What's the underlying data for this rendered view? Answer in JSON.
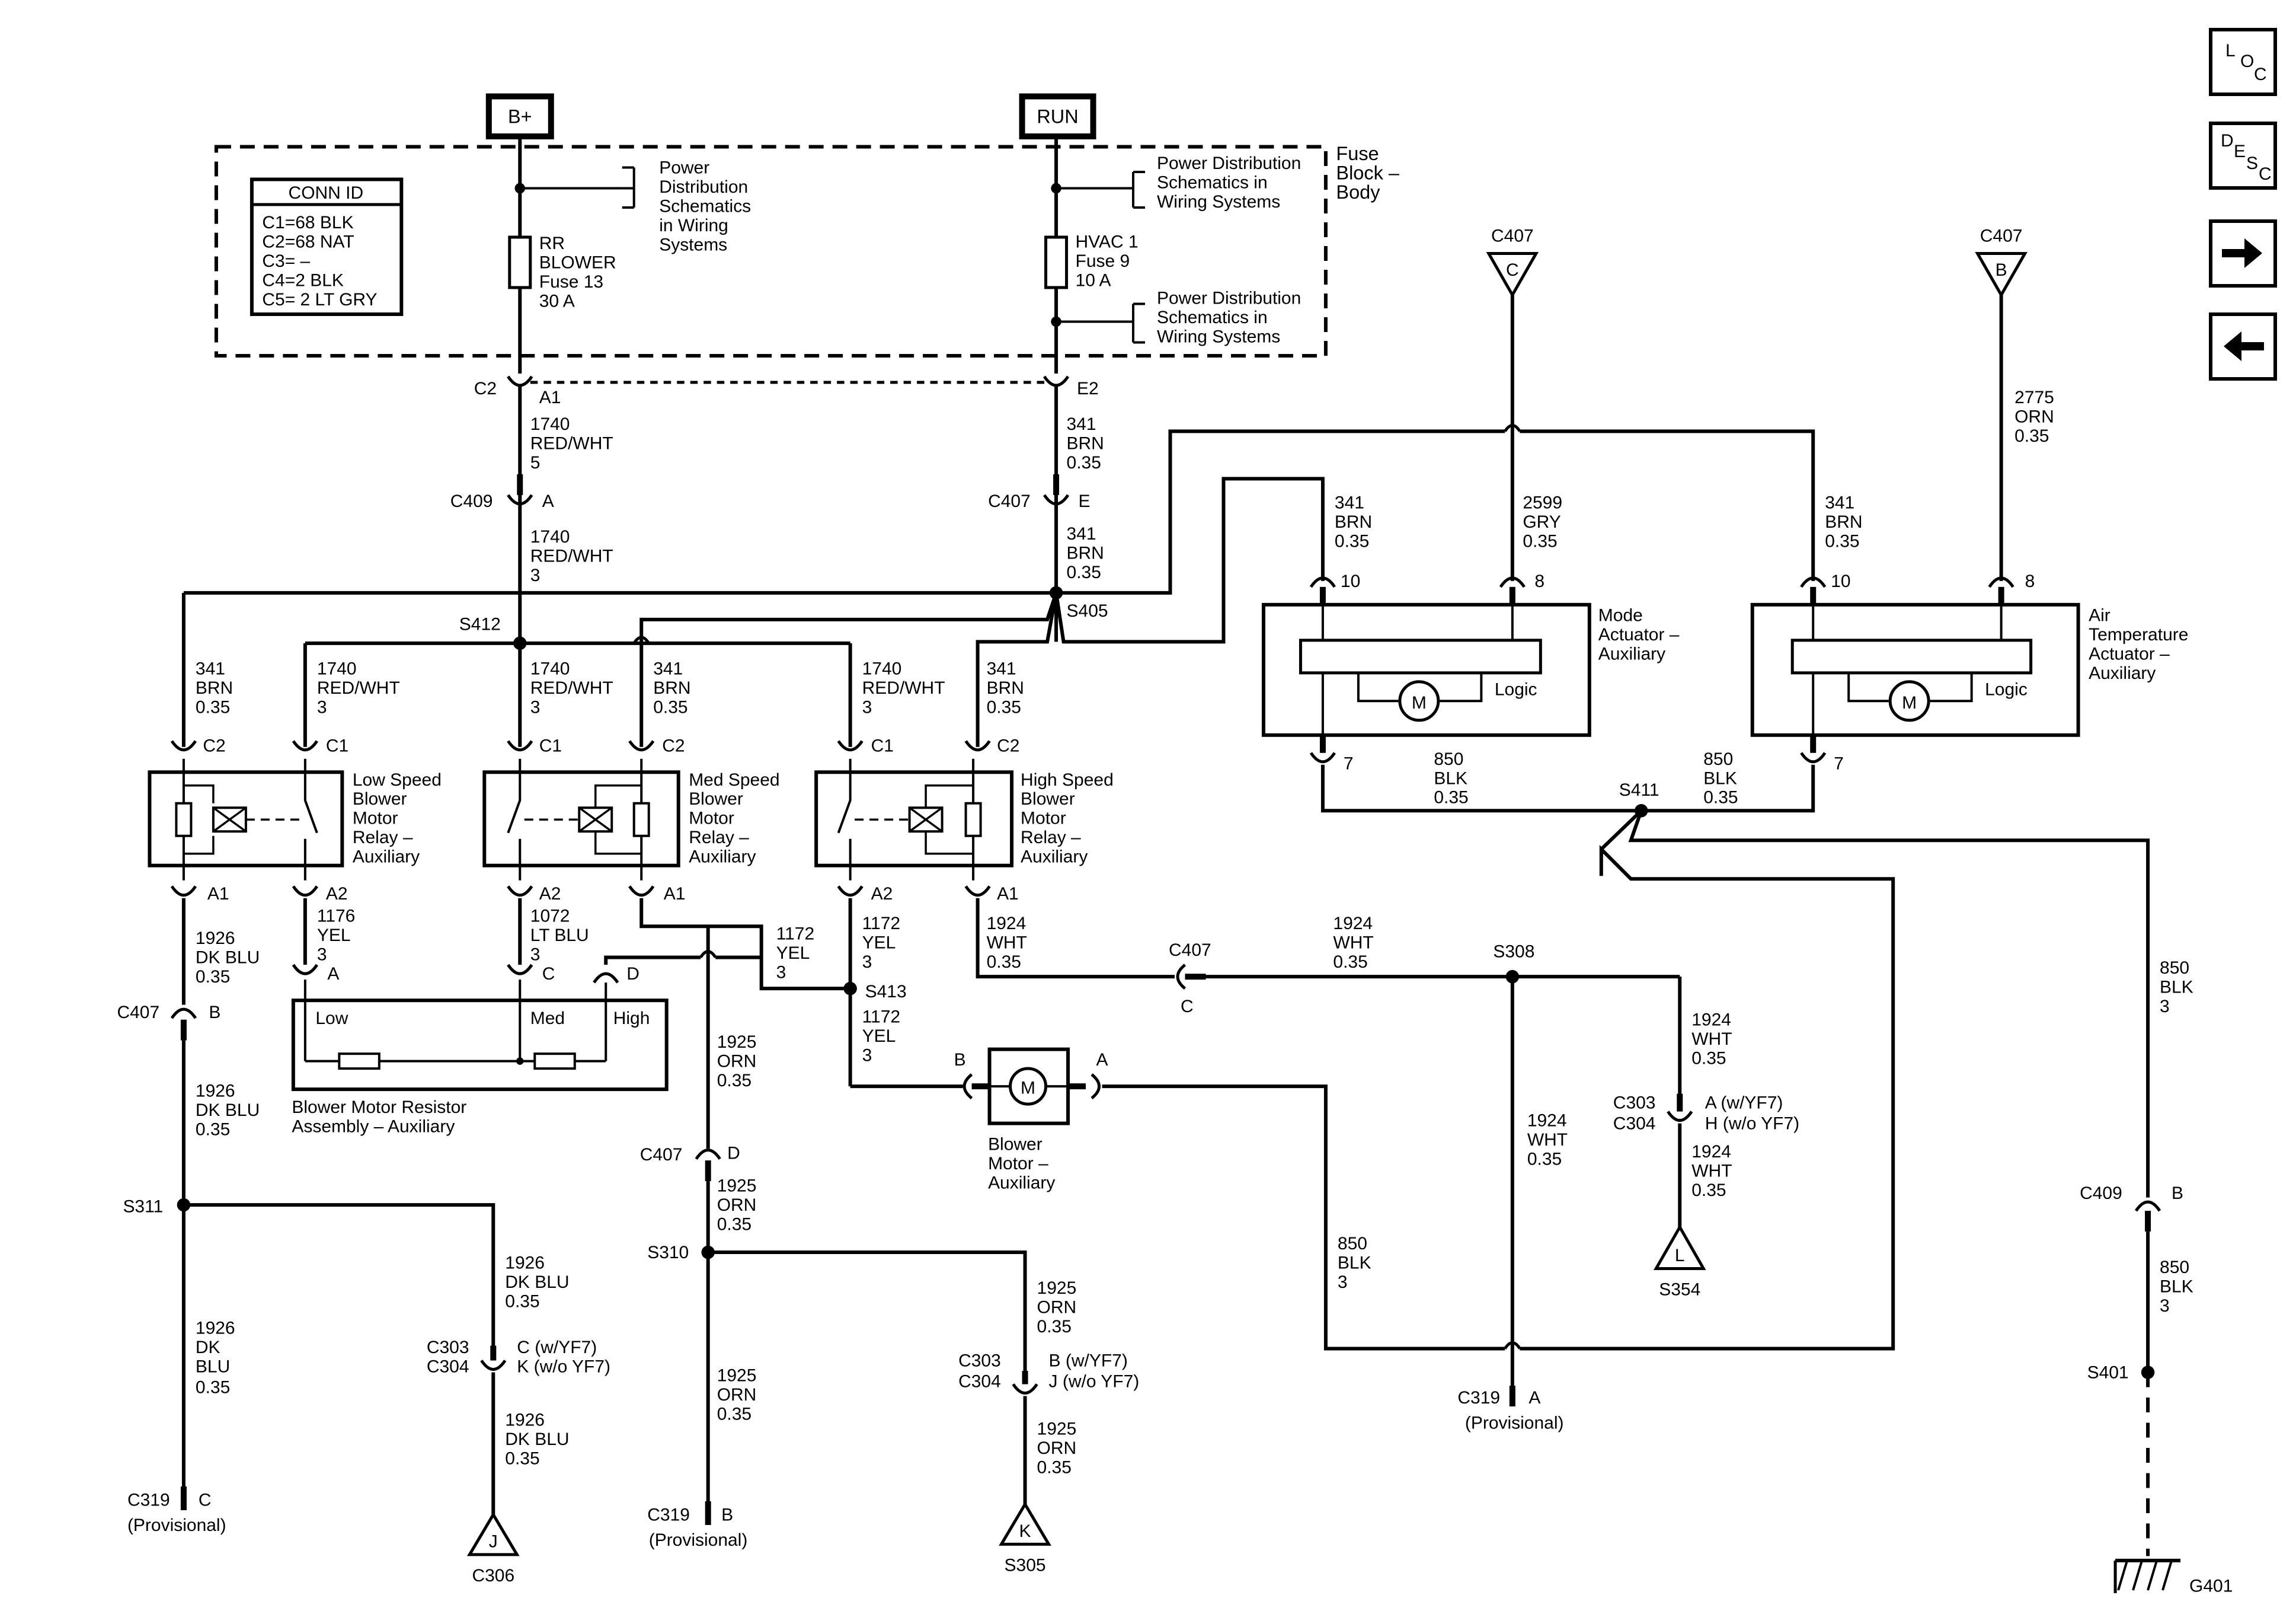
{
  "sources": {
    "b_plus": "B+",
    "run": "RUN"
  },
  "conn_id": {
    "title": "CONN ID",
    "lines": [
      "C1=68 BLK",
      "C2=68 NAT",
      "C3= –",
      "C4=2 BLK",
      "C5= 2 LT GRY"
    ]
  },
  "fuse_block": {
    "label": [
      "Fuse",
      "Block –",
      "Body"
    ]
  },
  "power_dist": {
    "left": [
      "Power",
      "Distribution",
      "Schematics",
      "in Wiring",
      "Systems"
    ],
    "right_top": [
      "Power Distribution",
      "Schematics in",
      "Wiring Systems"
    ],
    "right_bottom": [
      "Power Distribution",
      "Schematics in",
      "Wiring Systems"
    ]
  },
  "fuses": {
    "rr_blower": [
      "RR",
      "BLOWER",
      "Fuse 13",
      "30 A"
    ],
    "hvac1": [
      "HVAC 1",
      "Fuse 9",
      "10 A"
    ]
  },
  "connectors": {
    "c2": "C2",
    "a1": "A1",
    "e2": "E2",
    "c409": "C409",
    "a": "A",
    "c407": "C407",
    "e": "E",
    "c1": "C1",
    "c2_pin": "C2",
    "a2": "A2",
    "c407_b_left": "C407",
    "b": "B",
    "c": "C",
    "d": "D",
    "c303": "C303",
    "c304": "C304",
    "c303_c": "C (w/YF7)",
    "c304_k": "K (w/o YF7)",
    "c303_b": "B (w/YF7)",
    "c304_j": "J (w/o YF7)",
    "c303_a": "A (w/YF7)",
    "c304_h": "H (w/o YF7)",
    "c319": "C319",
    "provisional": "(Provisional)",
    "c409_right": "C409",
    "pin10": "10",
    "pin8": "8",
    "pin7": "7"
  },
  "splices": {
    "s412": "S412",
    "s405": "S405",
    "s413": "S413",
    "s411": "S411",
    "s308": "S308",
    "s311": "S311",
    "s310": "S310",
    "s401": "S401"
  },
  "wires": {
    "w1740_rw5": [
      "1740",
      "RED/WHT",
      "5"
    ],
    "w1740_rw3": [
      "1740",
      "RED/WHT",
      "3"
    ],
    "w341_brn": [
      "341",
      "BRN",
      "0.35"
    ],
    "w2599": [
      "2599",
      "GRY",
      "0.35"
    ],
    "w2775": [
      "2775",
      "ORN",
      "0.35"
    ],
    "w850_035": [
      "850",
      "BLK",
      "0.35"
    ],
    "w850_3": [
      "850",
      "BLK",
      "3"
    ],
    "w1176": [
      "1176",
      "YEL",
      "3"
    ],
    "w1072": [
      "1072",
      "LT BLU",
      "3"
    ],
    "w1172": [
      "1172",
      "YEL",
      "3"
    ],
    "w1924": [
      "1924",
      "WHT",
      "0.35"
    ],
    "w1926": [
      "1926",
      "DK BLU",
      "0.35"
    ],
    "w1926_split": [
      "1926",
      "DK",
      "BLU",
      "0.35"
    ],
    "w1925": [
      "1925",
      "ORN",
      "0.35"
    ]
  },
  "components": {
    "low_relay": [
      "Low Speed",
      "Blower",
      "Motor",
      "Relay –",
      "Auxiliary"
    ],
    "med_relay": [
      "Med Speed",
      "Blower",
      "Motor",
      "Relay –",
      "Auxiliary"
    ],
    "high_relay": [
      "High Speed",
      "Blower",
      "Motor",
      "Relay –",
      "Auxiliary"
    ],
    "mode_actuator": [
      "Mode",
      "Actuator –",
      "Auxiliary"
    ],
    "air_temp_actuator": [
      "Air",
      "Temperature",
      "Actuator –",
      "Auxiliary"
    ],
    "logic": "Logic",
    "motor_symbol": "M",
    "resistor_assembly": [
      "Blower Motor Resistor",
      "Assembly – Auxiliary"
    ],
    "resistor_low": "Low",
    "resistor_med": "Med",
    "resistor_high": "High",
    "blower_motor": [
      "Blower",
      "Motor –",
      "Auxiliary"
    ]
  },
  "refs": {
    "c407_c_letter": "C",
    "c407_b_letter": "B",
    "j": "J",
    "c306": "C306",
    "k": "K",
    "s305": "S305",
    "l": "L",
    "s354": "S354",
    "g401": "G401"
  },
  "nav": {
    "loc": [
      "L",
      "O",
      "C"
    ],
    "desc": [
      "D",
      "E",
      "S",
      "C"
    ],
    "next_icon": "arrow-right-icon",
    "prev_icon": "arrow-left-icon"
  }
}
